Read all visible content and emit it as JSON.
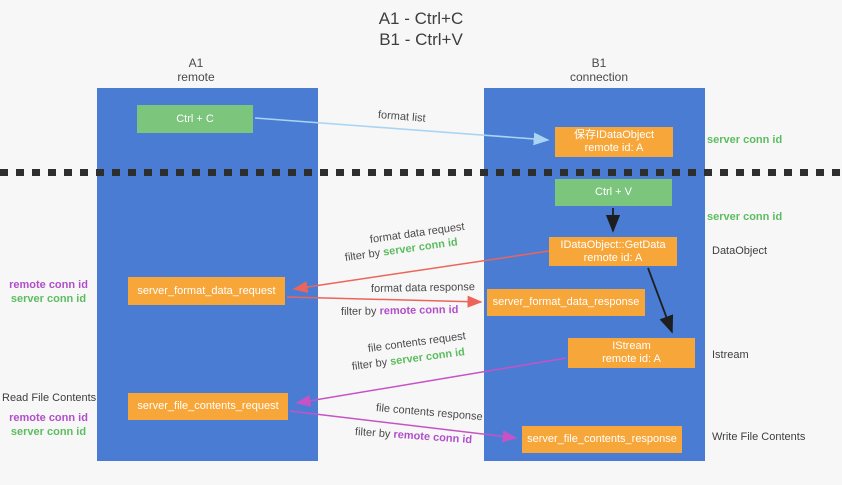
{
  "title": {
    "line1": "A1 - Ctrl+C",
    "line2": "B1 - Ctrl+V"
  },
  "lifelines": {
    "a": {
      "name": "A1",
      "subtitle": "remote"
    },
    "b": {
      "name": "B1",
      "subtitle": "connection"
    }
  },
  "nodes": {
    "ctrl_c": {
      "label": "Ctrl + C"
    },
    "save_dataobject": {
      "line1": "保存IDataObject",
      "line2": "remote id: A"
    },
    "ctrl_v": {
      "label": "Ctrl + V"
    },
    "getdata": {
      "line1": "IDataObject::GetData",
      "line2": "remote id: A"
    },
    "format_request": {
      "label": "server_format_data_request"
    },
    "format_response": {
      "label": "server_format_data_response"
    },
    "istream": {
      "line1": "IStream",
      "line2": "remote id: A"
    },
    "file_request": {
      "label": "server_file_contents_request"
    },
    "file_response": {
      "label": "server_file_contents_response"
    }
  },
  "arrows": {
    "format_list": {
      "label": "format list"
    },
    "format_request": {
      "label": "format data request",
      "filter_prefix": "filter by",
      "filter_key": "server conn id"
    },
    "format_response": {
      "label": "format data response",
      "filter_prefix": "filter by",
      "filter_key": "remote conn id"
    },
    "file_request": {
      "label": "file contents request",
      "filter_prefix": "filter by",
      "filter_key": "server conn id"
    },
    "file_response": {
      "label": "file contents response",
      "filter_prefix": "filter by",
      "filter_key": "remote conn id"
    }
  },
  "annotations": {
    "server_conn_id_top": "server conn id",
    "server_conn_id_mid": "server conn id",
    "dataobject": "DataObject",
    "istream": "Istream",
    "write_file_contents": "Write File Contents",
    "read_file_contents": "Read File Contents",
    "format_ids": {
      "remote": "remote conn id",
      "server": "server conn id"
    },
    "file_ids": {
      "remote": "remote conn id",
      "server": "server conn id"
    }
  },
  "colors": {
    "lifeline_blue": "#4a7cd4",
    "action_green": "#7cc57d",
    "message_orange": "#f7a63a",
    "server_conn_green": "#5cbd60",
    "remote_conn_purple": "#b14fc9",
    "request_arrow_red": "#ed6458",
    "file_arrow_purple": "#c653c6",
    "format_list_arrow_blue": "#a9d5f3",
    "black_arrow": "#1e1e1e",
    "background": "#f7f7f7"
  }
}
